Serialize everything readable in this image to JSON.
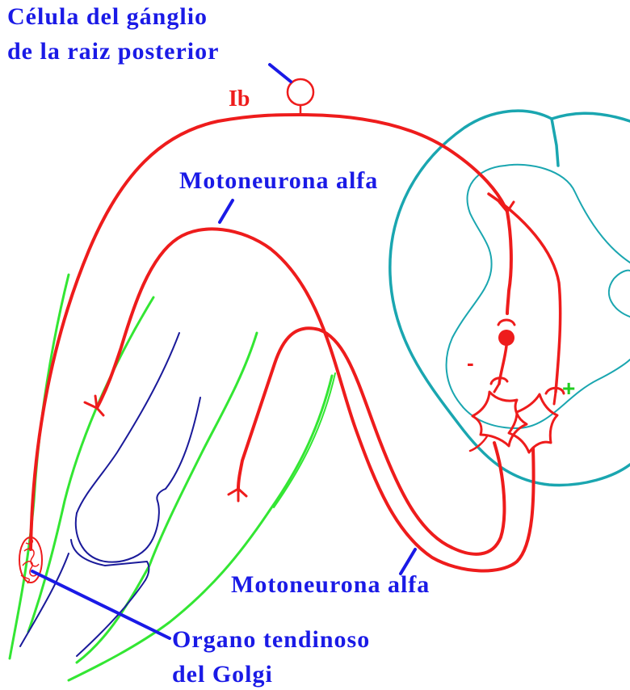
{
  "labels": {
    "ganglion_cell_line1": "Célula del gánglio",
    "ganglion_cell_line2": "de la raiz posterior",
    "ib_fiber": "Ib",
    "alpha_motoneuron_top": "Motoneurona alfa",
    "alpha_motoneuron_bottom": "Motoneurona alfa",
    "golgi_tendon_line1": "Organo tendinoso",
    "golgi_tendon_line2": "del Golgi",
    "inhibitory_sign": "-",
    "excitatory_sign": "+"
  },
  "colors": {
    "label_blue": "#1a1ae6",
    "neuron_red": "#ee1c1c",
    "spinal_cord_teal": "#1aa6b0",
    "muscle_green": "#33e633",
    "bone_navy": "#1a1a9a",
    "plus_green": "#22cc22"
  }
}
